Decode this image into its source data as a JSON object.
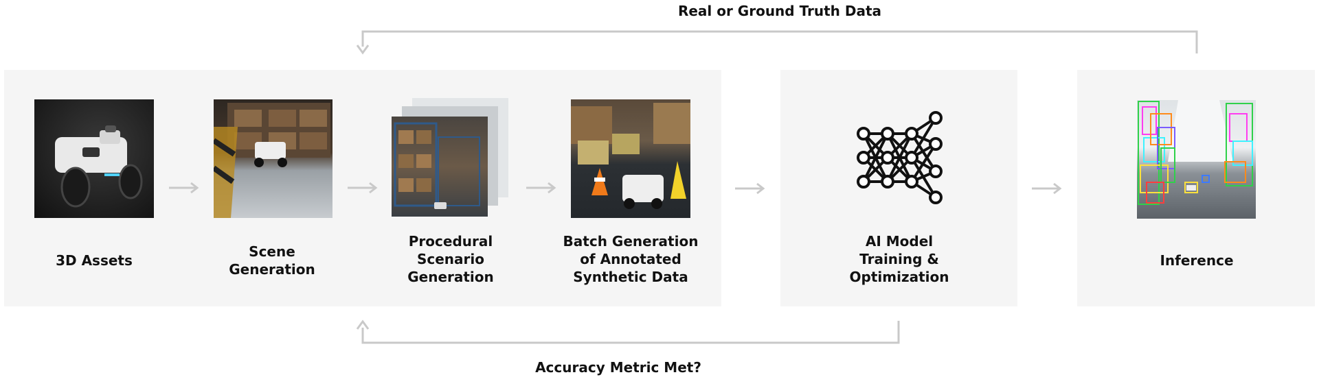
{
  "diagram": {
    "feedback_top": "Real or Ground Truth Data",
    "feedback_bottom": "Accuracy Metric Met?",
    "steps": [
      {
        "label": "3D Assets"
      },
      {
        "label": "Scene\nGeneration"
      },
      {
        "label": "Procedural\nScenario\nGeneration"
      },
      {
        "label": "Batch Generation\nof Annotated\nSynthetic Data"
      },
      {
        "label": "AI Model\nTraining &\nOptimization"
      },
      {
        "label": "Inference"
      }
    ]
  }
}
